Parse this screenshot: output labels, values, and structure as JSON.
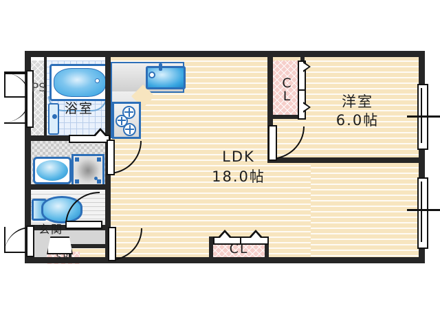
{
  "plan": {
    "type": "floor-plan",
    "background_color": "#ffffff",
    "wall_color": "#262626",
    "floor_color": "#f7e5bf",
    "closet_color": "#f6cfcb",
    "fixture_color": "#2d6fb8"
  },
  "rooms": [
    {
      "id": "ldk",
      "name": "LDK",
      "area": "18.0帖",
      "label_line1": "LDK",
      "label_line2": "18.0帖"
    },
    {
      "id": "washitsu",
      "name": "洋室",
      "area": "6.0帖",
      "label_line1": "洋室",
      "label_line2": "6.0帖"
    },
    {
      "id": "bath",
      "name": "浴室",
      "area": "",
      "label_line1": "浴室",
      "label_line2": ""
    },
    {
      "id": "genkan",
      "name": "玄関",
      "area": "",
      "label_line1": "玄関",
      "label_line2": ""
    }
  ],
  "closets": [
    {
      "id": "cl-bedroom",
      "label": "CL"
    },
    {
      "id": "cl-ldk",
      "label": "CL"
    }
  ],
  "service": [
    {
      "id": "pipe-space",
      "label": "PS"
    },
    {
      "id": "shoe-box",
      "label": "SB"
    }
  ],
  "fixtures": [
    {
      "id": "bathtub",
      "icon": "bathtub-icon"
    },
    {
      "id": "kitchen-sink",
      "icon": "sink-icon"
    },
    {
      "id": "gas-stove",
      "icon": "stove-icon"
    },
    {
      "id": "wash-basin",
      "icon": "washbasin-icon"
    },
    {
      "id": "washing-machine",
      "icon": "washing-machine-icon"
    },
    {
      "id": "toilet",
      "icon": "toilet-icon"
    }
  ],
  "openings": [
    {
      "id": "entrance-door",
      "icon": "swing-door-icon"
    },
    {
      "id": "ps-door",
      "icon": "double-door-icon"
    },
    {
      "id": "bath-door",
      "icon": "swing-door-icon"
    },
    {
      "id": "toilet-door",
      "icon": "swing-door-icon"
    },
    {
      "id": "genkan-ldk-door",
      "icon": "swing-door-icon"
    },
    {
      "id": "ldk-bedroom-door",
      "icon": "swing-door-icon"
    },
    {
      "id": "bedroom-window-east",
      "icon": "window-icon"
    },
    {
      "id": "ldk-window-east",
      "icon": "window-icon"
    }
  ]
}
